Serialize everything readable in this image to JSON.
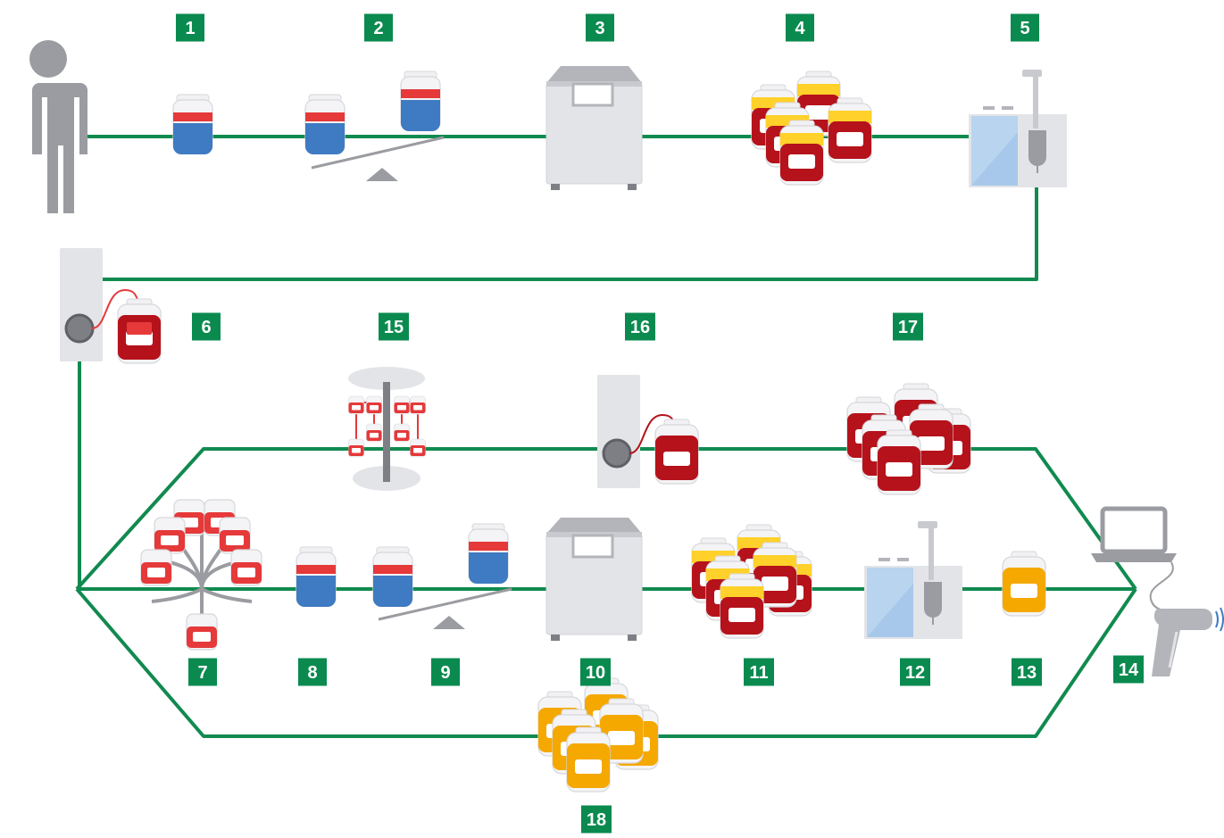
{
  "colors": {
    "line": "#118a4f",
    "badge": "#0a8a4f",
    "badge_text": "#ffffff",
    "gray": "#9a9ca1",
    "light_gray": "#e3e4e8",
    "blue": "#3f7bc2",
    "red": "#e5393a",
    "dark_red": "#b5121b",
    "orange": "#f5a800",
    "yellow": "#ffd12a",
    "glass": "#b8d4ef"
  },
  "steps": [
    {
      "id": "1",
      "icon": "donor-bag-icon"
    },
    {
      "id": "2",
      "icon": "balance-scale-icon"
    },
    {
      "id": "3",
      "icon": "centrifuge-icon"
    },
    {
      "id": "4",
      "icon": "plasma-rbc-bags-icon"
    },
    {
      "id": "5",
      "icon": "blood-separator-icon"
    },
    {
      "id": "6",
      "icon": "tube-sealer-icon"
    },
    {
      "id": "7",
      "icon": "multi-bag-tree-icon"
    },
    {
      "id": "8",
      "icon": "donor-bag-icon"
    },
    {
      "id": "9",
      "icon": "balance-scale-icon"
    },
    {
      "id": "10",
      "icon": "centrifuge-icon"
    },
    {
      "id": "11",
      "icon": "plasma-rbc-bags-icon"
    },
    {
      "id": "12",
      "icon": "blood-separator-icon"
    },
    {
      "id": "13",
      "icon": "plasma-bag-icon"
    },
    {
      "id": "14",
      "icon": "laptop-barcode-scanner-icon"
    },
    {
      "id": "15",
      "icon": "bag-hanging-rack-icon"
    },
    {
      "id": "16",
      "icon": "tube-sealer-icon"
    },
    {
      "id": "17",
      "icon": "red-cell-bags-icon"
    },
    {
      "id": "18",
      "icon": "plasma-bags-icon"
    }
  ]
}
